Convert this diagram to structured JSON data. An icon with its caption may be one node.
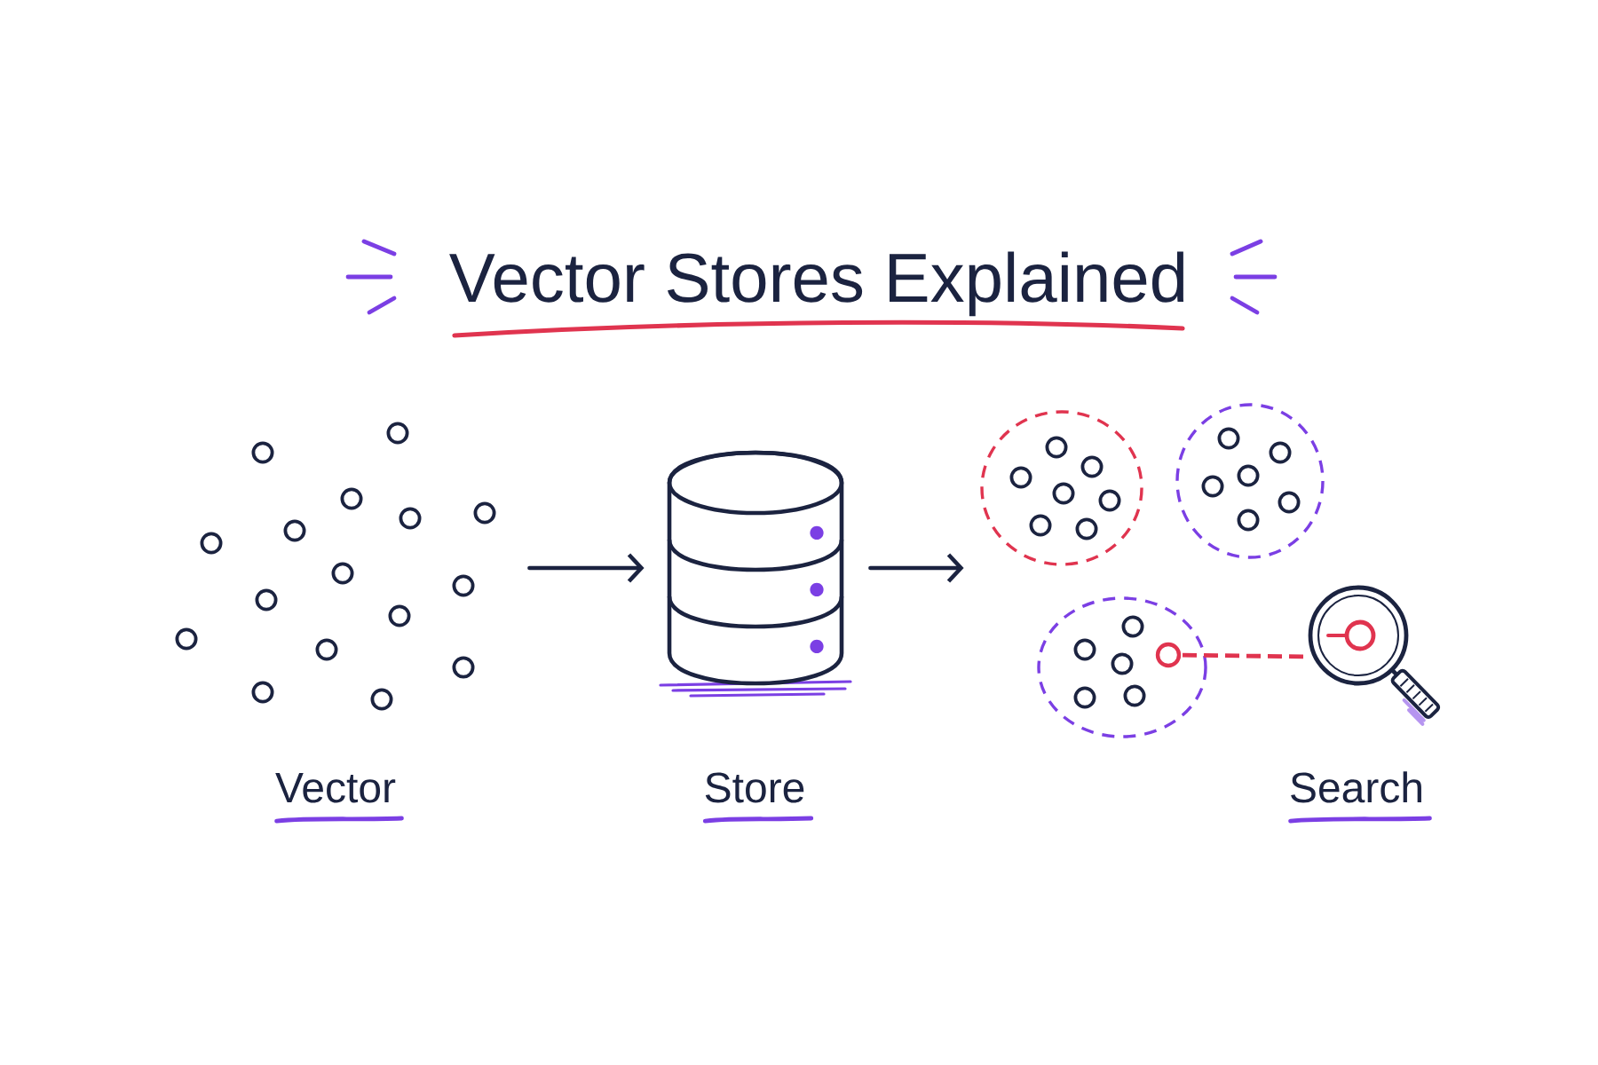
{
  "diagram": {
    "title": "Vector Stores Explained",
    "nodes": [
      {
        "text": [],
        "shape": "picture",
        "beside": [
          "Vector"
        ]
      },
      {
        "text": [],
        "shape": "cylinder",
        "beside": [
          "Store"
        ]
      },
      {
        "text": [],
        "shape": "picture",
        "beside": [
          "Search"
        ]
      },
      {
        "text": [],
        "shape": "picture"
      }
    ],
    "edges": [
      {
        "from": 0,
        "to": 1,
        "arrow": "to"
      },
      {
        "from": 1,
        "to": 2,
        "arrow": "to"
      },
      {
        "from": 2,
        "to": 3,
        "arrow": "none",
        "style": "dashed",
        "color": "#e0344f"
      }
    ]
  }
}
